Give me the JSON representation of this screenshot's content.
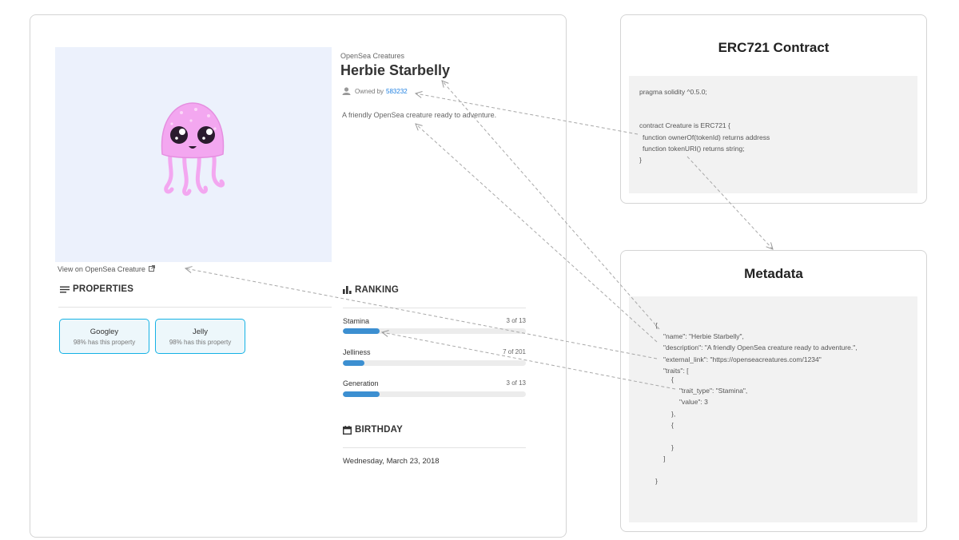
{
  "asset": {
    "view_link": "View on OpenSea Creature",
    "collection": "OpenSea Creatures",
    "name": "Herbie Starbelly",
    "owned_by_label": "Owned by",
    "owner": "583232",
    "description": "A friendly OpenSea creature ready to adventure.",
    "properties_title": "PROPERTIES",
    "properties": [
      {
        "value": "Googley",
        "rarity": "98% has this property"
      },
      {
        "value": "Jelly",
        "rarity": "98% has this property"
      }
    ],
    "ranking_title": "RANKING",
    "rankings": [
      {
        "label": "Stamina",
        "count": "3 of 13",
        "fraction": 0.2
      },
      {
        "label": "Jelliness",
        "count": "7 of 201",
        "fraction": 0.12
      },
      {
        "label": "Generation",
        "count": "3 of 13",
        "fraction": 0.2
      }
    ],
    "birthday_title": "BIRTHDAY",
    "birthday": "Wednesday, March 23, 2018",
    "colors": {
      "accent": "#15b2e5",
      "bar": "#3c8fd1",
      "image_bg": "#ecf1fc",
      "creature": "#f3a7f0"
    },
    "icons": [
      "person-icon",
      "external-link-icon",
      "list-icon",
      "bar-chart-icon",
      "calendar-icon"
    ]
  },
  "contract": {
    "title": "ERC721 Contract",
    "code": {
      "pragma": "pragma solidity ^0.5.0;",
      "decl": "contract Creature is ERC721 {",
      "owner_of": "function ownerOf(tokenId) returns address",
      "token_uri": "function tokenURI() returns string;",
      "close": "}"
    }
  },
  "metadata": {
    "title": "Metadata",
    "code": {
      "open": "{",
      "name": "\"name\": \"Herbie Starbelly\",",
      "description": "\"description\": \"A friendly OpenSea creature ready to adventure.\",",
      "external_link": "\"external_link\": \"https://openseacreatures.com/1234\"",
      "traits": "\"traits\": [",
      "trait_open": "{",
      "trait_type": "\"trait_type\": \"Stamina\",",
      "trait_value": "\"value\": 3",
      "trait_close": "},",
      "trait2_open": "{",
      "trait2_close": "}",
      "array_close": "]",
      "close": "}"
    }
  }
}
